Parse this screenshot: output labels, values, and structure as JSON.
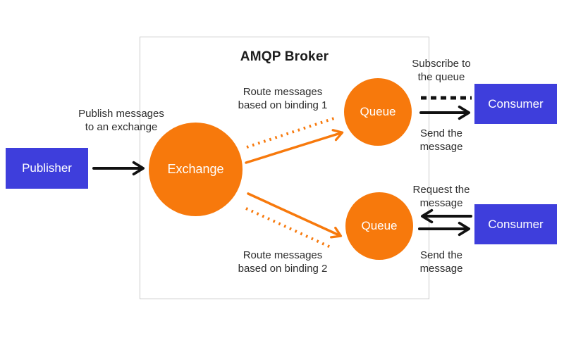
{
  "title": "AMQP Broker",
  "nodes": {
    "publisher": "Publisher",
    "exchange": "Exchange",
    "queue1": "Queue",
    "queue2": "Queue",
    "consumer1": "Consumer",
    "consumer2": "Consumer"
  },
  "edge_labels": {
    "publish": "Publish messages\nto an exchange",
    "binding1": "Route messages\nbased on binding 1",
    "binding2": "Route messages\nbased on binding 2",
    "subscribe": "Subscribe to\nthe queue",
    "send1": "Send the\nmessage",
    "request": "Request the\nmessage",
    "send2": "Send the\nmessage"
  },
  "colors": {
    "orange": "#F7790C",
    "blue": "#3E3EDC",
    "border": "#C9C9C9",
    "ink": "#111111",
    "text": "#2D2D2D"
  }
}
